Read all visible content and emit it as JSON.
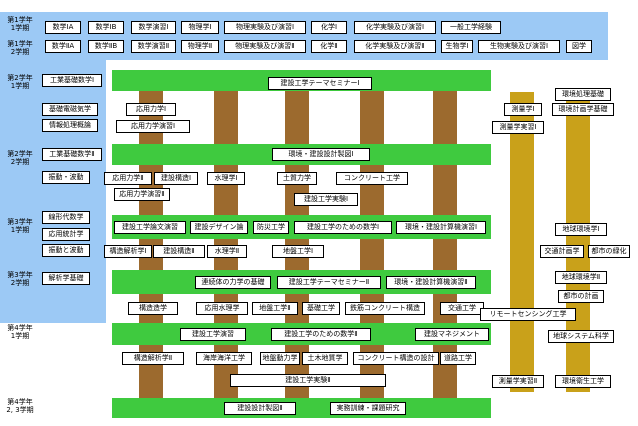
{
  "year_labels": {
    "y1s1": "第1学年\n1学期",
    "y1s2": "第1学年\n2学期",
    "y2s1": "第2学年\n1学期",
    "y2s2": "第2学年\n2学期",
    "y3s1": "第3学年\n1学期",
    "y3s2": "第3学年\n2学期",
    "y4s1": "第4学年\n1学期",
    "y4s2": "第4学年\n2, 3学期"
  },
  "y1s1_courses": [
    "数学ⅠA",
    "数学ⅠB",
    "数学演習Ⅰ",
    "物理学Ⅰ",
    "物理実験及び演習Ⅰ",
    "化学Ⅰ",
    "化学実験及び演習Ⅰ",
    "一般工学経験"
  ],
  "y1s2_courses": [
    "数学ⅡA",
    "数学ⅡB",
    "数学演習Ⅱ",
    "物理学Ⅱ",
    "物理実験及び演習Ⅱ",
    "化学Ⅱ",
    "化学実験及び演習Ⅱ",
    "生物学Ⅰ",
    "生物実験及び演習Ⅰ",
    "図学"
  ],
  "left_courses": {
    "c1": "工業基礎数学Ⅰ",
    "c2": "基礎電磁気学",
    "c3": "情報処理概論",
    "c4": "工業基礎数学Ⅱ",
    "c5": "振動・波動",
    "c6": "線形代数学",
    "c7": "応用統計学",
    "c8": "振動と波動",
    "c9": "解析学基礎"
  },
  "bands": {
    "b1": "建設工学テーマセミナーⅠ",
    "b2": "環境・建設設計製図Ⅰ",
    "b3a": "建設工学論文演習",
    "b3b": "建設工学のための数学Ⅰ",
    "b3c": "環境・建設計算機演習Ⅰ",
    "b4a": "連続体の力学の基礎",
    "b4b": "建設工学テーマセミナーⅡ",
    "b4c": "環境・建設計算機演習Ⅱ",
    "b5a": "建設工学演習",
    "b5b": "建設工学のための数学Ⅱ",
    "b5c": "建設マネジメント",
    "b6a": "建設設計製図Ⅱ",
    "b6b": "実務訓練・課題研究"
  },
  "mid_courses": {
    "m1": "応用力学Ⅰ",
    "m2": "応用力学演習Ⅰ",
    "m3": "応用力学Ⅱ",
    "m4": "建設構造Ⅰ",
    "m5": "水理学Ⅰ",
    "m6": "土質力学",
    "m7": "コンクリート工学",
    "m8": "応用力学演習Ⅱ",
    "m9": "建設工学実験Ⅰ",
    "m10": "建設デザイン論",
    "m11": "防災工学",
    "m12": "構造解析学Ⅰ",
    "m13": "建設構造Ⅱ",
    "m14": "水理学Ⅱ",
    "m15": "地盤工学Ⅰ",
    "m16": "構造造学",
    "m17": "応用水理学",
    "m18": "地盤工学Ⅱ",
    "m19": "基礎工学",
    "m20": "鉄筋コンクリート構造",
    "m21": "交通工学",
    "m22": "リモートセンシング工学",
    "m23": "構造解析学Ⅱ",
    "m24": "海岸海洋工学",
    "m25": "地盤動力学",
    "m26": "土木地質学",
    "m27": "コンクリート構造の設計",
    "m28": "道路工学",
    "m29": "建設工学実験Ⅱ"
  },
  "right_courses": {
    "r1": "環境処理基礎",
    "r2": "測量学Ⅰ",
    "r3": "環境計画学基礎",
    "r4": "測量学実習Ⅰ",
    "r5": "地球環境学Ⅰ",
    "r6": "交通計画学",
    "r7": "都市の緑化",
    "r8": "地球環境学Ⅱ",
    "r9": "都市の計画",
    "r10": "地球システム科学",
    "r11": "測量学実習Ⅱ",
    "r12": "環境衛生工学"
  },
  "colors": {
    "green": "#3fca3f",
    "brown": "#9c6a2e",
    "gold": "#c9a11a",
    "blue": "#9cc9f5"
  }
}
